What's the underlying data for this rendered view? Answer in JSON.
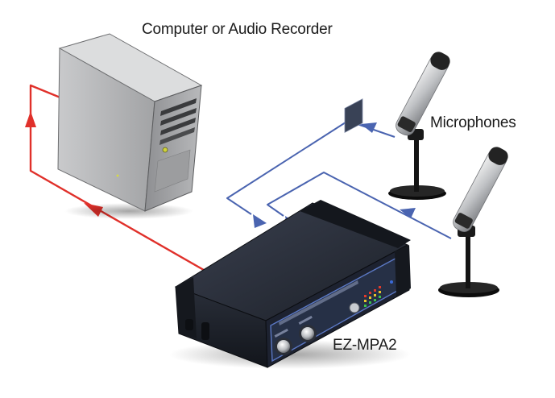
{
  "labels": {
    "computer": "Computer or Audio Recorder",
    "microphones": "Microphones",
    "device": "EZ-MPA2"
  },
  "colors": {
    "audio_out_line": "#e0302a",
    "mic_line": "#4a64b0",
    "device_body": "#1f232b",
    "device_panel": "#2a3242",
    "tower": "#a9aaac",
    "mic_stand": "#141414"
  },
  "icons": [
    "computer-tower-icon",
    "microphone-icon",
    "preamplifier-device-icon",
    "arrow-icon"
  ]
}
